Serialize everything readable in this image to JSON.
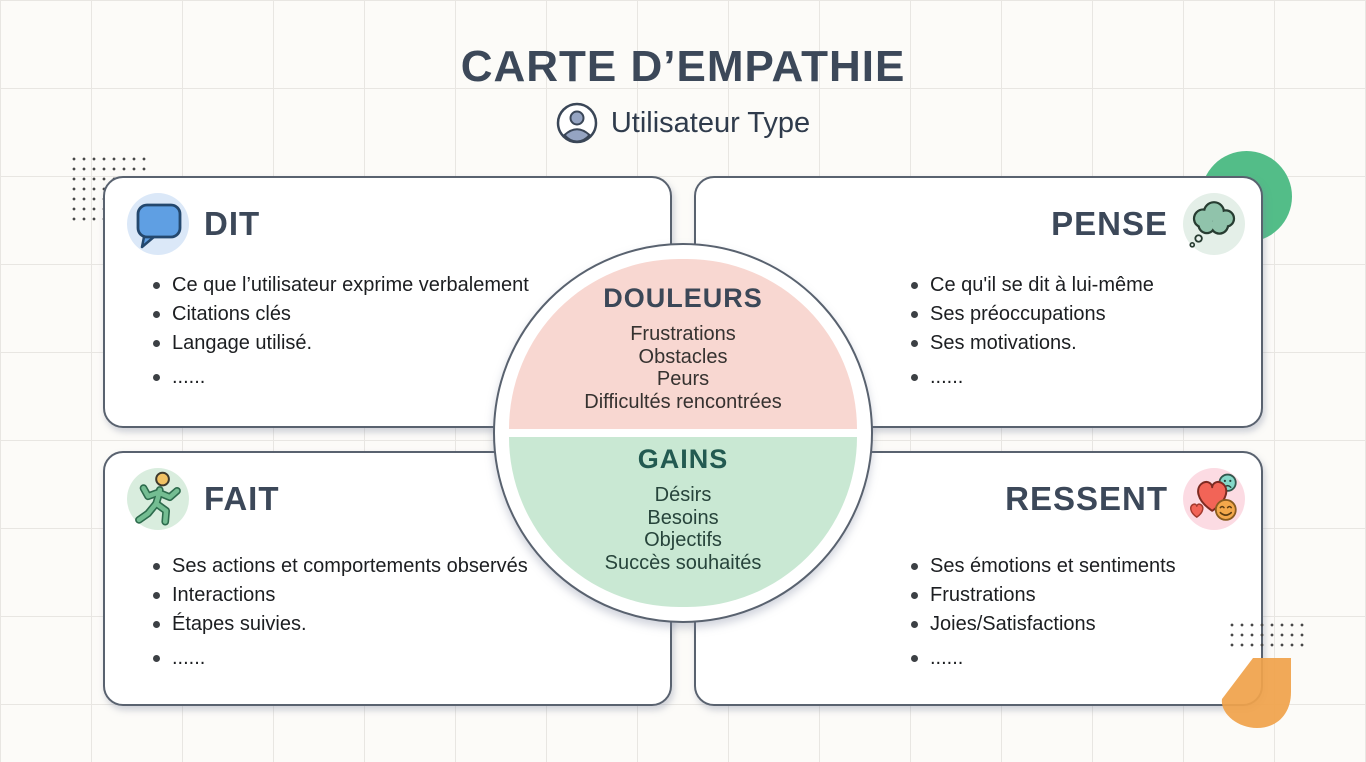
{
  "header": {
    "title": "CARTE D’EMPATHIE",
    "persona_icon": "user-avatar-icon",
    "persona_label": "Utilisateur Type"
  },
  "quadrants": [
    {
      "id": "dit",
      "title": "DIT",
      "icon": "speech-bubble-icon",
      "items": [
        "Ce que l’utilisateur exprime verbalement",
        "Citations clés",
        "Langage utilisé.",
        "......"
      ]
    },
    {
      "id": "pense",
      "title": "PENSE",
      "icon": "thought-cloud-icon",
      "items": [
        "Ce qu'il se dit à lui-même",
        "Ses préoccupations",
        "Ses motivations.",
        "......"
      ]
    },
    {
      "id": "fait",
      "title": "FAIT",
      "icon": "walking-person-icon",
      "items": [
        "Ses actions et comportements observés",
        "Interactions",
        "Étapes suivies.",
        "......"
      ]
    },
    {
      "id": "ressent",
      "title": "RESSENT",
      "icon": "hearts-emotions-icon",
      "items": [
        "Ses émotions et sentiments",
        "Frustrations",
        "Joies/Satisfactions",
        "......"
      ]
    }
  ],
  "center": {
    "pains": {
      "title": "DOULEURS",
      "items": [
        "Frustrations",
        "Obstacles",
        "Peurs",
        "Difficultés rencontrées"
      ]
    },
    "gains": {
      "title": "GAINS",
      "items": [
        "Désirs",
        "Besoins",
        "Objectifs",
        "Succès souhaités"
      ]
    }
  },
  "colors": {
    "heading": "#3c4859",
    "card_border": "#59626f",
    "pains_fill": "#f8d7d1",
    "gains_fill": "#c9e8d3",
    "gains_heading": "#235a51",
    "deco_green_circle": "#53bd88",
    "deco_orange_blob": "#f0a24b",
    "dit_accent": "#5f9fe3",
    "pense_accent": "#90c3ab",
    "fait_accent": "#57ad7f",
    "ressent_accent": "#f26457"
  }
}
